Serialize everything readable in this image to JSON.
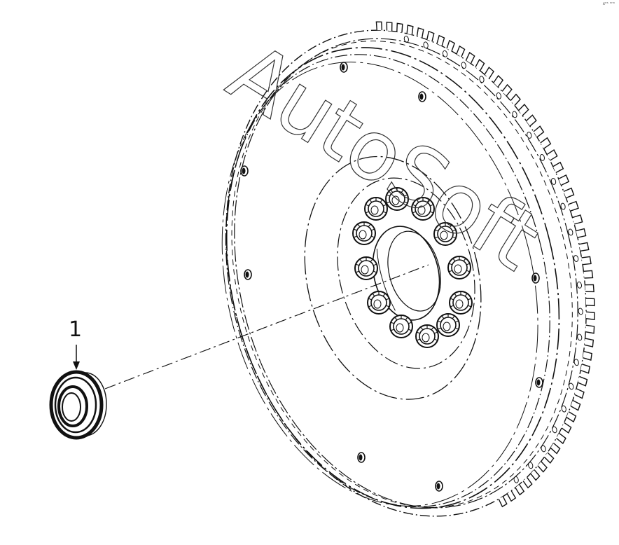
{
  "diagram": {
    "callout_label": "1",
    "corner_mark": "xᵉˢ ⁿⁿⁿ"
  },
  "watermark": {
    "text": "AutoSoft"
  },
  "colors": {
    "line": "#111111",
    "background": "#ffffff"
  }
}
